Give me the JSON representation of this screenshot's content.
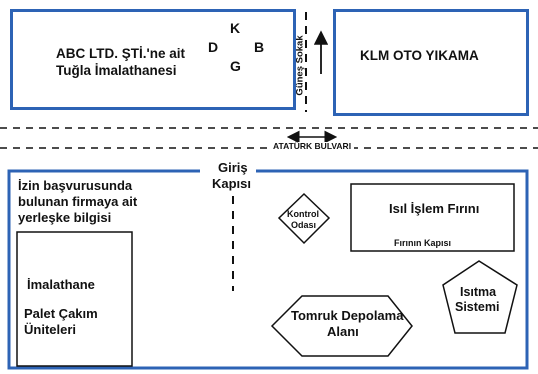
{
  "plots": {
    "abc_name": "ABC LTD. ŞTİ.'ne ait",
    "abc_sub": "Tuğla İmalathanesi",
    "klm_name": "KLM OTO YIKAMA"
  },
  "compass": {
    "north": "K",
    "south": "G",
    "west": "D",
    "east": "B"
  },
  "streets": {
    "side_street": "Güneş Sokak",
    "boulevard": "ATATÜRK BULVARI"
  },
  "site": {
    "gate_line1": "Giriş",
    "gate_line2": "Kapısı",
    "info_line1": "İzin başvurusunda",
    "info_line2": "bulunan firmaya ait",
    "info_line3": "yerleşke bilgisi",
    "control_line1": "Kontrol",
    "control_line2": "Odası",
    "furnace": "Isıl İşlem Fırını",
    "furnace_door": "Fırının Kapısı",
    "factory": "İmalathane",
    "pallet_line1": "Palet Çakım",
    "pallet_line2": "Üniteleri",
    "log_line1": "Tomruk Depolama",
    "log_line2": "Alanı",
    "heating_line1": "Isıtma",
    "heating_line2": "Sistemi"
  },
  "colors": {
    "plot_border": "#2d63b5",
    "line": "#111111"
  }
}
